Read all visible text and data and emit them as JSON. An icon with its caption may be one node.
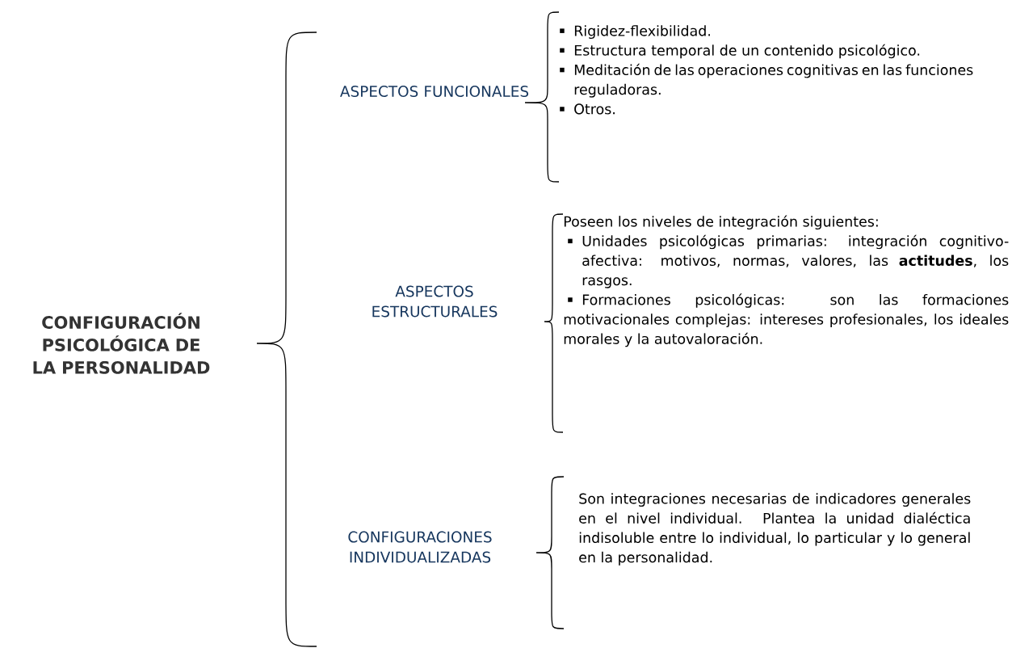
{
  "diagram": {
    "nodes": [
      {
        "text": [
          "CONFIGURACIÓN PSICOLÓGICA DE LA PERSONALIDAD"
        ]
      },
      {
        "text": [
          "ASPECTOS FUNCIONALES"
        ]
      },
      {
        "text": [
          "ASPECTOS ESTRUCTURALES"
        ]
      },
      {
        "text": [
          "CONFIGURACIONES INDIVIDUALIZADAS"
        ]
      },
      {
        "text": [
          "Rigidez-flexibilidad.",
          "Estructura temporal de un contenido psicológico.",
          "Meditación de las operaciones cognitivas en las funciones reguladoras.",
          "Otros."
        ]
      },
      {
        "text": [
          "Poseen los niveles de integración siguientes:",
          "Unidades psicológicas primarias: integración cognitivo-afectiva: motivos, normas, valores, las **actitudes**, los rasgos.",
          "Formaciones psicológicas: son las formaciones motivacionales complejas: intereses profesionales, los ideales morales y la autovaloración."
        ]
      },
      {
        "text": [
          "Son integraciones necesarias de indicadores generales en el nivel individual. Plantea la unidad dialéctica indisoluble entre lo individual, lo particular y lo general en la personalidad."
        ]
      }
    ]
  }
}
